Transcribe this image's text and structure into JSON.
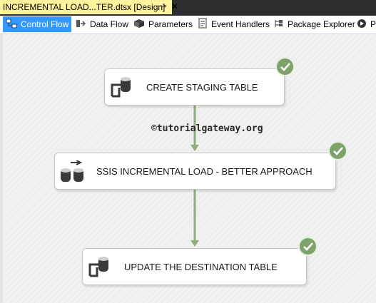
{
  "doc_tab": {
    "title": "INCREMENTAL LOAD...TER.dtsx [Design]",
    "pin_icon": "pin-icon",
    "close_icon": "close-icon"
  },
  "designer_tabs": [
    {
      "label": "Control Flow",
      "icon": "control-flow-icon",
      "active": true
    },
    {
      "label": "Data Flow",
      "icon": "data-flow-icon",
      "active": false
    },
    {
      "label": "Parameters",
      "icon": "parameters-icon",
      "active": false
    },
    {
      "label": "Event Handlers",
      "icon": "event-handlers-icon",
      "active": false
    },
    {
      "label": "Package Explorer",
      "icon": "package-explorer-icon",
      "active": false
    },
    {
      "label": "P",
      "icon": "progress-icon",
      "active": false
    }
  ],
  "tasks": [
    {
      "label": "CREATE STAGING TABLE",
      "icon": "execute-sql-task-icon",
      "status": "success"
    },
    {
      "label": "SSIS INCREMENTAL LOAD - BETTER APPROACH",
      "icon": "data-flow-task-icon",
      "status": "success"
    },
    {
      "label": "UPDATE THE DESTINATION TABLE",
      "icon": "execute-sql-task-icon",
      "status": "success"
    }
  ],
  "watermark": "©tutorialgateway.org",
  "colors": {
    "doc_tab_bg": "#fff29d",
    "active_tab_bg": "#3399ff",
    "success_green": "#7da26a",
    "connector_green": "#8fae7c"
  }
}
